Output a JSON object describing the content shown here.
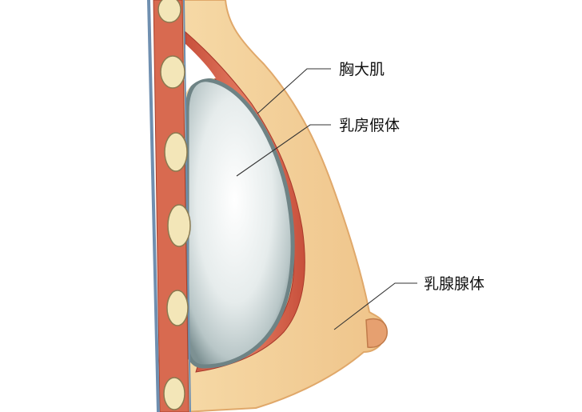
{
  "labels": {
    "pectoralis": "胸大肌",
    "implant": "乳房假体",
    "gland": "乳腺腺体"
  },
  "colors": {
    "skin": "#f2c98f",
    "fat": "#f4d29c",
    "muscle": "#d9654f",
    "muscle_dark": "#b9432f",
    "implant_shell": "#7f9496",
    "implant_fill": "#e9eeee",
    "rib": "#f3e6b8",
    "chest_wall": "#6f8fb0"
  }
}
